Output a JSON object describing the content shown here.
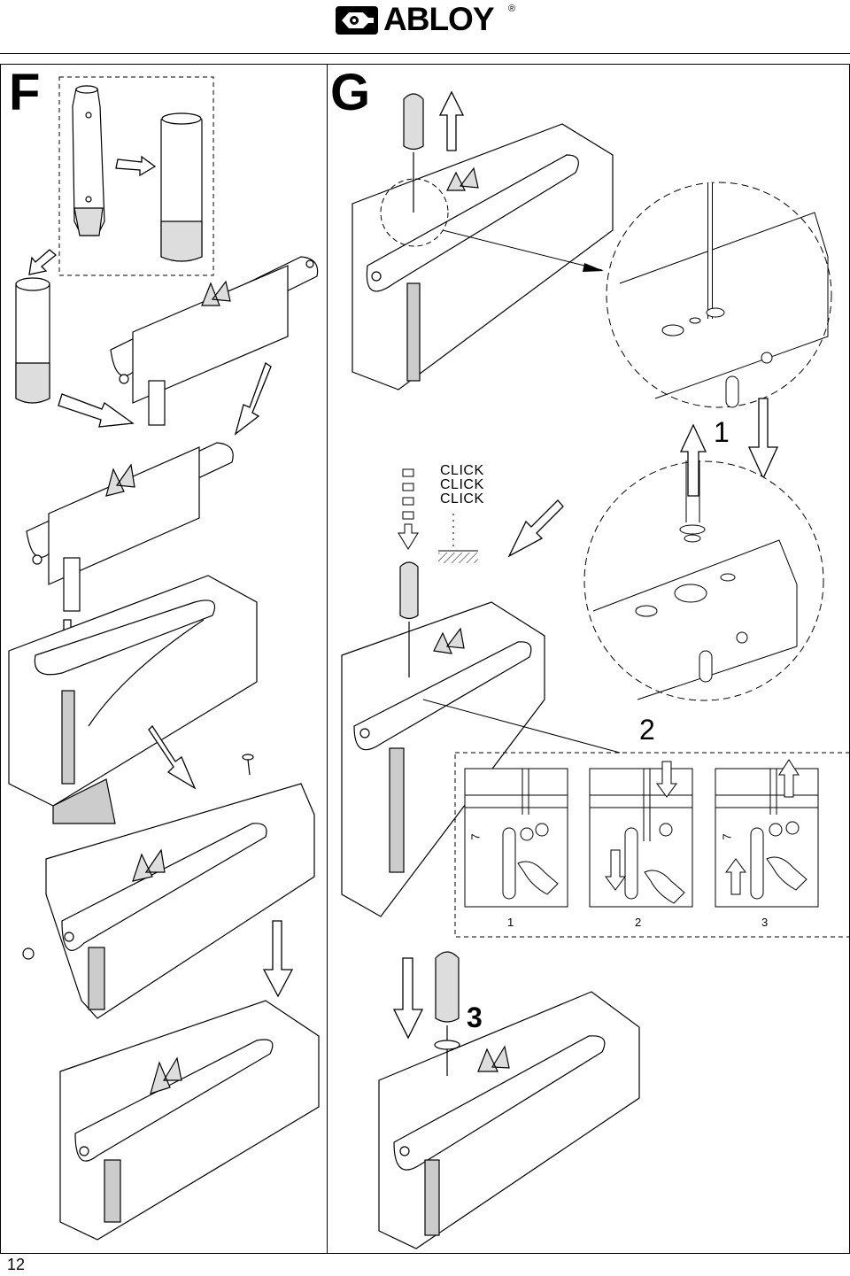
{
  "header": {
    "brand": "ABLOY",
    "registered_mark": "®"
  },
  "panels": {
    "f_label": "F",
    "g_label": "G"
  },
  "callouts": {
    "step1": "1",
    "step2": "2",
    "step3": "3"
  },
  "click_text": [
    "CLICK",
    "CLICK",
    "CLICK"
  ],
  "substeps": {
    "labels": [
      "1",
      "2",
      "3"
    ],
    "dimension": "7"
  },
  "footer": {
    "page_number": "12"
  },
  "icons": {
    "logo": "abloy-key-logo-icon",
    "arrow": "flow-arrow-icon",
    "screwdriver": "screwdriver-icon",
    "hand": "pointing-hand-icon"
  }
}
